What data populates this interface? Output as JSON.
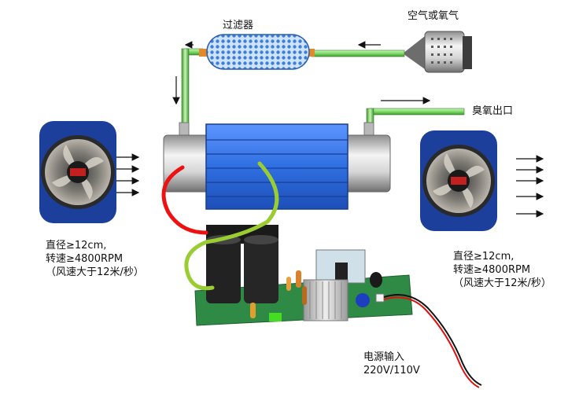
{
  "labels": {
    "filter": "过滤器",
    "air_input": "空气或氧气",
    "ozone_outlet": "臭氧出口",
    "power_input": "电源输入",
    "power_voltage": "220V/110V"
  },
  "fan_left": {
    "diameter": "直径≥12cm,",
    "speed": "转速≥4800RPM",
    "wind": "（风速大于12米/秒）"
  },
  "fan_right": {
    "diameter": "直径≥12cm,",
    "speed": "转速≥4800RPM",
    "wind": "（风速大于12米/秒）"
  },
  "colors": {
    "tube_blue": "#2f6fe0",
    "fan_frame_blue": "#1b3f9a",
    "pcb_green": "#2f8a46",
    "hose_green": "#7fdc6a",
    "wire_red": "#ee1111",
    "wire_yellow_green": "#9acd32"
  }
}
